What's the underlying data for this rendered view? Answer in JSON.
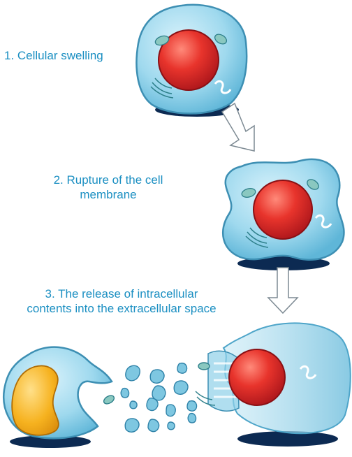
{
  "steps": [
    {
      "number": "1.",
      "lines": [
        "1. Cellular swelling"
      ]
    },
    {
      "number": "2.",
      "lines": [
        "2. Rupture of the cell",
        "membrane"
      ]
    },
    {
      "number": "3.",
      "lines": [
        "3. The release of intracellular",
        "contents into the extracellular space"
      ]
    }
  ],
  "colors": {
    "label": "#1b8fc2",
    "cytoplasm": "#9fd9ee",
    "membrane": "#3d8fb3",
    "nucleus": "#e0312c",
    "shadow": "#0c2a52",
    "phagocyte_nucleus": "#f6b21f",
    "arrow_fill": "#ffffff",
    "arrow_stroke": "#7d8a93"
  },
  "icons": [
    "swollen-cell",
    "ruptured-cell",
    "lysed-cell",
    "phagocyte",
    "cell-debris",
    "down-arrow"
  ]
}
